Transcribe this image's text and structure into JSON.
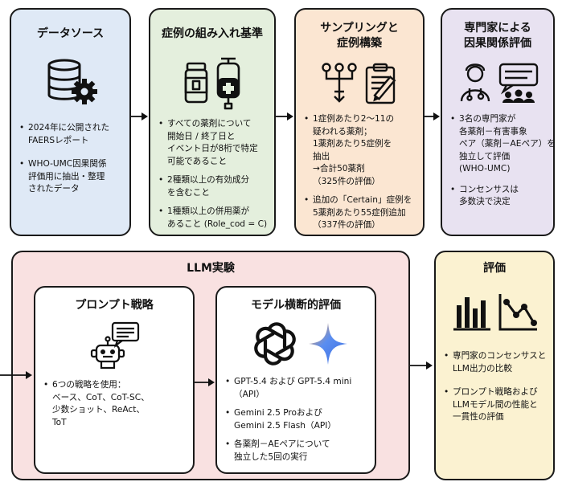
{
  "colors": {
    "blue": "#dfe9f6",
    "green": "#e4efdd",
    "orange": "#fbe6d2",
    "purple": "#e8e2f1",
    "pink": "#f9e1e1",
    "yellow": "#fbf2d1",
    "white": "#ffffff",
    "border": "#1a1a1a"
  },
  "boxes": {
    "data_source": {
      "title": "データソース",
      "icon": "database-gear-icon",
      "bullets": [
        [
          "2024年に公開された",
          "FAERSレポート"
        ],
        [
          "WHO-UMC因果関係",
          "評価用に抽出・整理",
          "されたデータ"
        ]
      ]
    },
    "inclusion": {
      "title": "症例の組み入れ基準",
      "icon": "medicine-bottle-iv-bag-icon",
      "bullets": [
        [
          "すべての薬剤について",
          "開始日 / 終了日と",
          "イベント日が8桁で特定",
          "可能であること"
        ],
        [
          "2種類以上の有効成分",
          "を含むこと"
        ],
        [
          "1種類以上の併用薬が",
          "あること (Role_cod = C)"
        ]
      ]
    },
    "sampling": {
      "title_lines": [
        "サンプリングと",
        "症例構築"
      ],
      "icon": "flowchart-clipboard-pen-icon",
      "bullets": [
        [
          "1症例あたり2～11の",
          "疑われる薬剤；",
          "1薬剤あたり5症例を",
          "抽出",
          "→合計50薬剤",
          "（325件の評価）"
        ],
        [
          "追加の「Certain」症例を",
          "5薬剤あたり55症例追加",
          "（337件の評価）"
        ]
      ]
    },
    "expert": {
      "title_lines": [
        "専門家による",
        "因果関係評価"
      ],
      "icon": "doctor-discussion-icon",
      "bullets": [
        [
          "3名の専門家が",
          "各薬剤－有害事象",
          "ペア（薬剤－AEペア）を",
          "独立して評価",
          "(WHO-UMC)"
        ],
        [
          "コンセンサスは",
          "多数決で決定"
        ]
      ]
    },
    "llm": {
      "title": "LLM実験",
      "prompt": {
        "title": "プロンプト戦略",
        "icon": "robot-chat-icon",
        "bullets": [
          [
            "6つの戦略を使用：",
            "ベース、CoT、CoT-SC、",
            "少数ショット、ReAct、",
            "ToT"
          ]
        ]
      },
      "models": {
        "title": "モデル横断的評価",
        "icons": [
          "openai-logo-icon",
          "gemini-star-icon"
        ],
        "bullets": [
          [
            "GPT-5.4 および GPT-5.4 mini",
            "（API）"
          ],
          [
            "Gemini 2.5 Proおよび",
            "Gemini 2.5 Flash（API）"
          ],
          [
            "各薬剤－AEペアについて",
            "独立した5回の実行"
          ]
        ]
      }
    },
    "evaluation": {
      "title": "評価",
      "icon": "bar-line-chart-icon",
      "bullets": [
        [
          "専門家のコンセンサスと",
          "LLM出力の比較"
        ],
        [
          "プロンプト戦略および",
          "LLMモデル間の性能と",
          "一貫性の評価"
        ]
      ]
    }
  }
}
